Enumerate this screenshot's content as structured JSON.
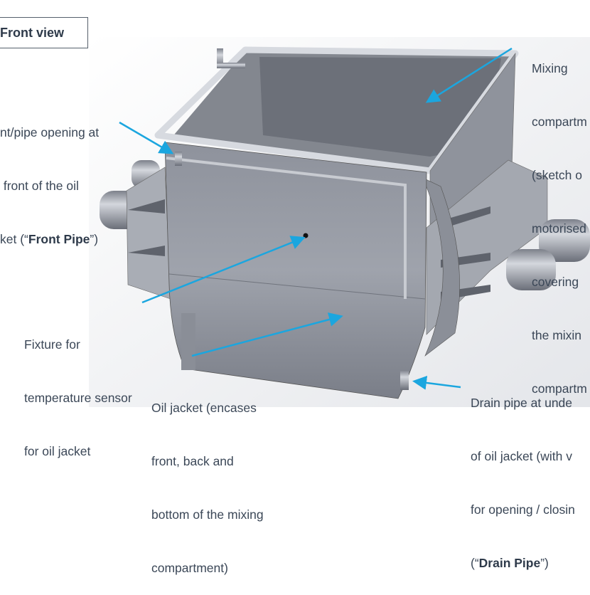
{
  "title": "Front view",
  "labels": {
    "front_pipe": {
      "line1": "nt/pipe opening at",
      "line2": " front of the oil",
      "line3_pre": "ket (“",
      "line3_bold": "Front Pipe",
      "line3_post": "”)"
    },
    "mixing": {
      "lines": [
        "Mixing",
        "compartm",
        "(sketch o",
        "motorised",
        "covering",
        "the mixin",
        "compartm"
      ]
    },
    "sensor": {
      "lines": [
        "Fixture for",
        "temperature sensor",
        "for oil jacket"
      ]
    },
    "oil_jacket": {
      "lines": [
        "Oil jacket (encases",
        "front, back and",
        "bottom of the mixing",
        "compartment)"
      ]
    },
    "drain": {
      "line1": "Drain pipe at unde",
      "line2": "of oil jacket (with v",
      "line3": "for opening / closin",
      "line4_pre": "(“",
      "line4_bold": "Drain Pipe",
      "line4_post": "”)"
    }
  },
  "colors": {
    "arrow": "#1ba6df",
    "text": "#3b4757",
    "metal_light": "#c9ccd3",
    "metal_mid": "#9a9ea8",
    "metal_dark": "#6d717b"
  }
}
